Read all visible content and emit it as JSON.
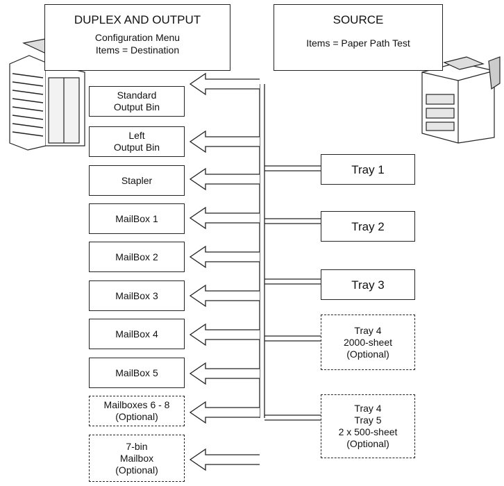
{
  "duplex_header": {
    "title": "DUPLEX AND OUTPUT",
    "subtitle": "Configuration Menu\nItems = Destination"
  },
  "source_header": {
    "title": "SOURCE",
    "subtitle": "Items = Paper Path Test"
  },
  "destinations": [
    "Standard\nOutput Bin",
    "Left\nOutput Bin",
    "Stapler",
    "MailBox 1",
    "MailBox 2",
    "MailBox 3",
    "MailBox 4",
    "MailBox 5",
    "Mailboxes 6 - 8\n(Optional)",
    "7-bin\nMailbox\n(Optional)"
  ],
  "sources": [
    "Tray 1",
    "Tray 2",
    "Tray 3",
    "Tray 4\n2000-sheet\n(Optional)",
    "Tray 4\nTray 5\n2 x 500-sheet\n(Optional)"
  ]
}
